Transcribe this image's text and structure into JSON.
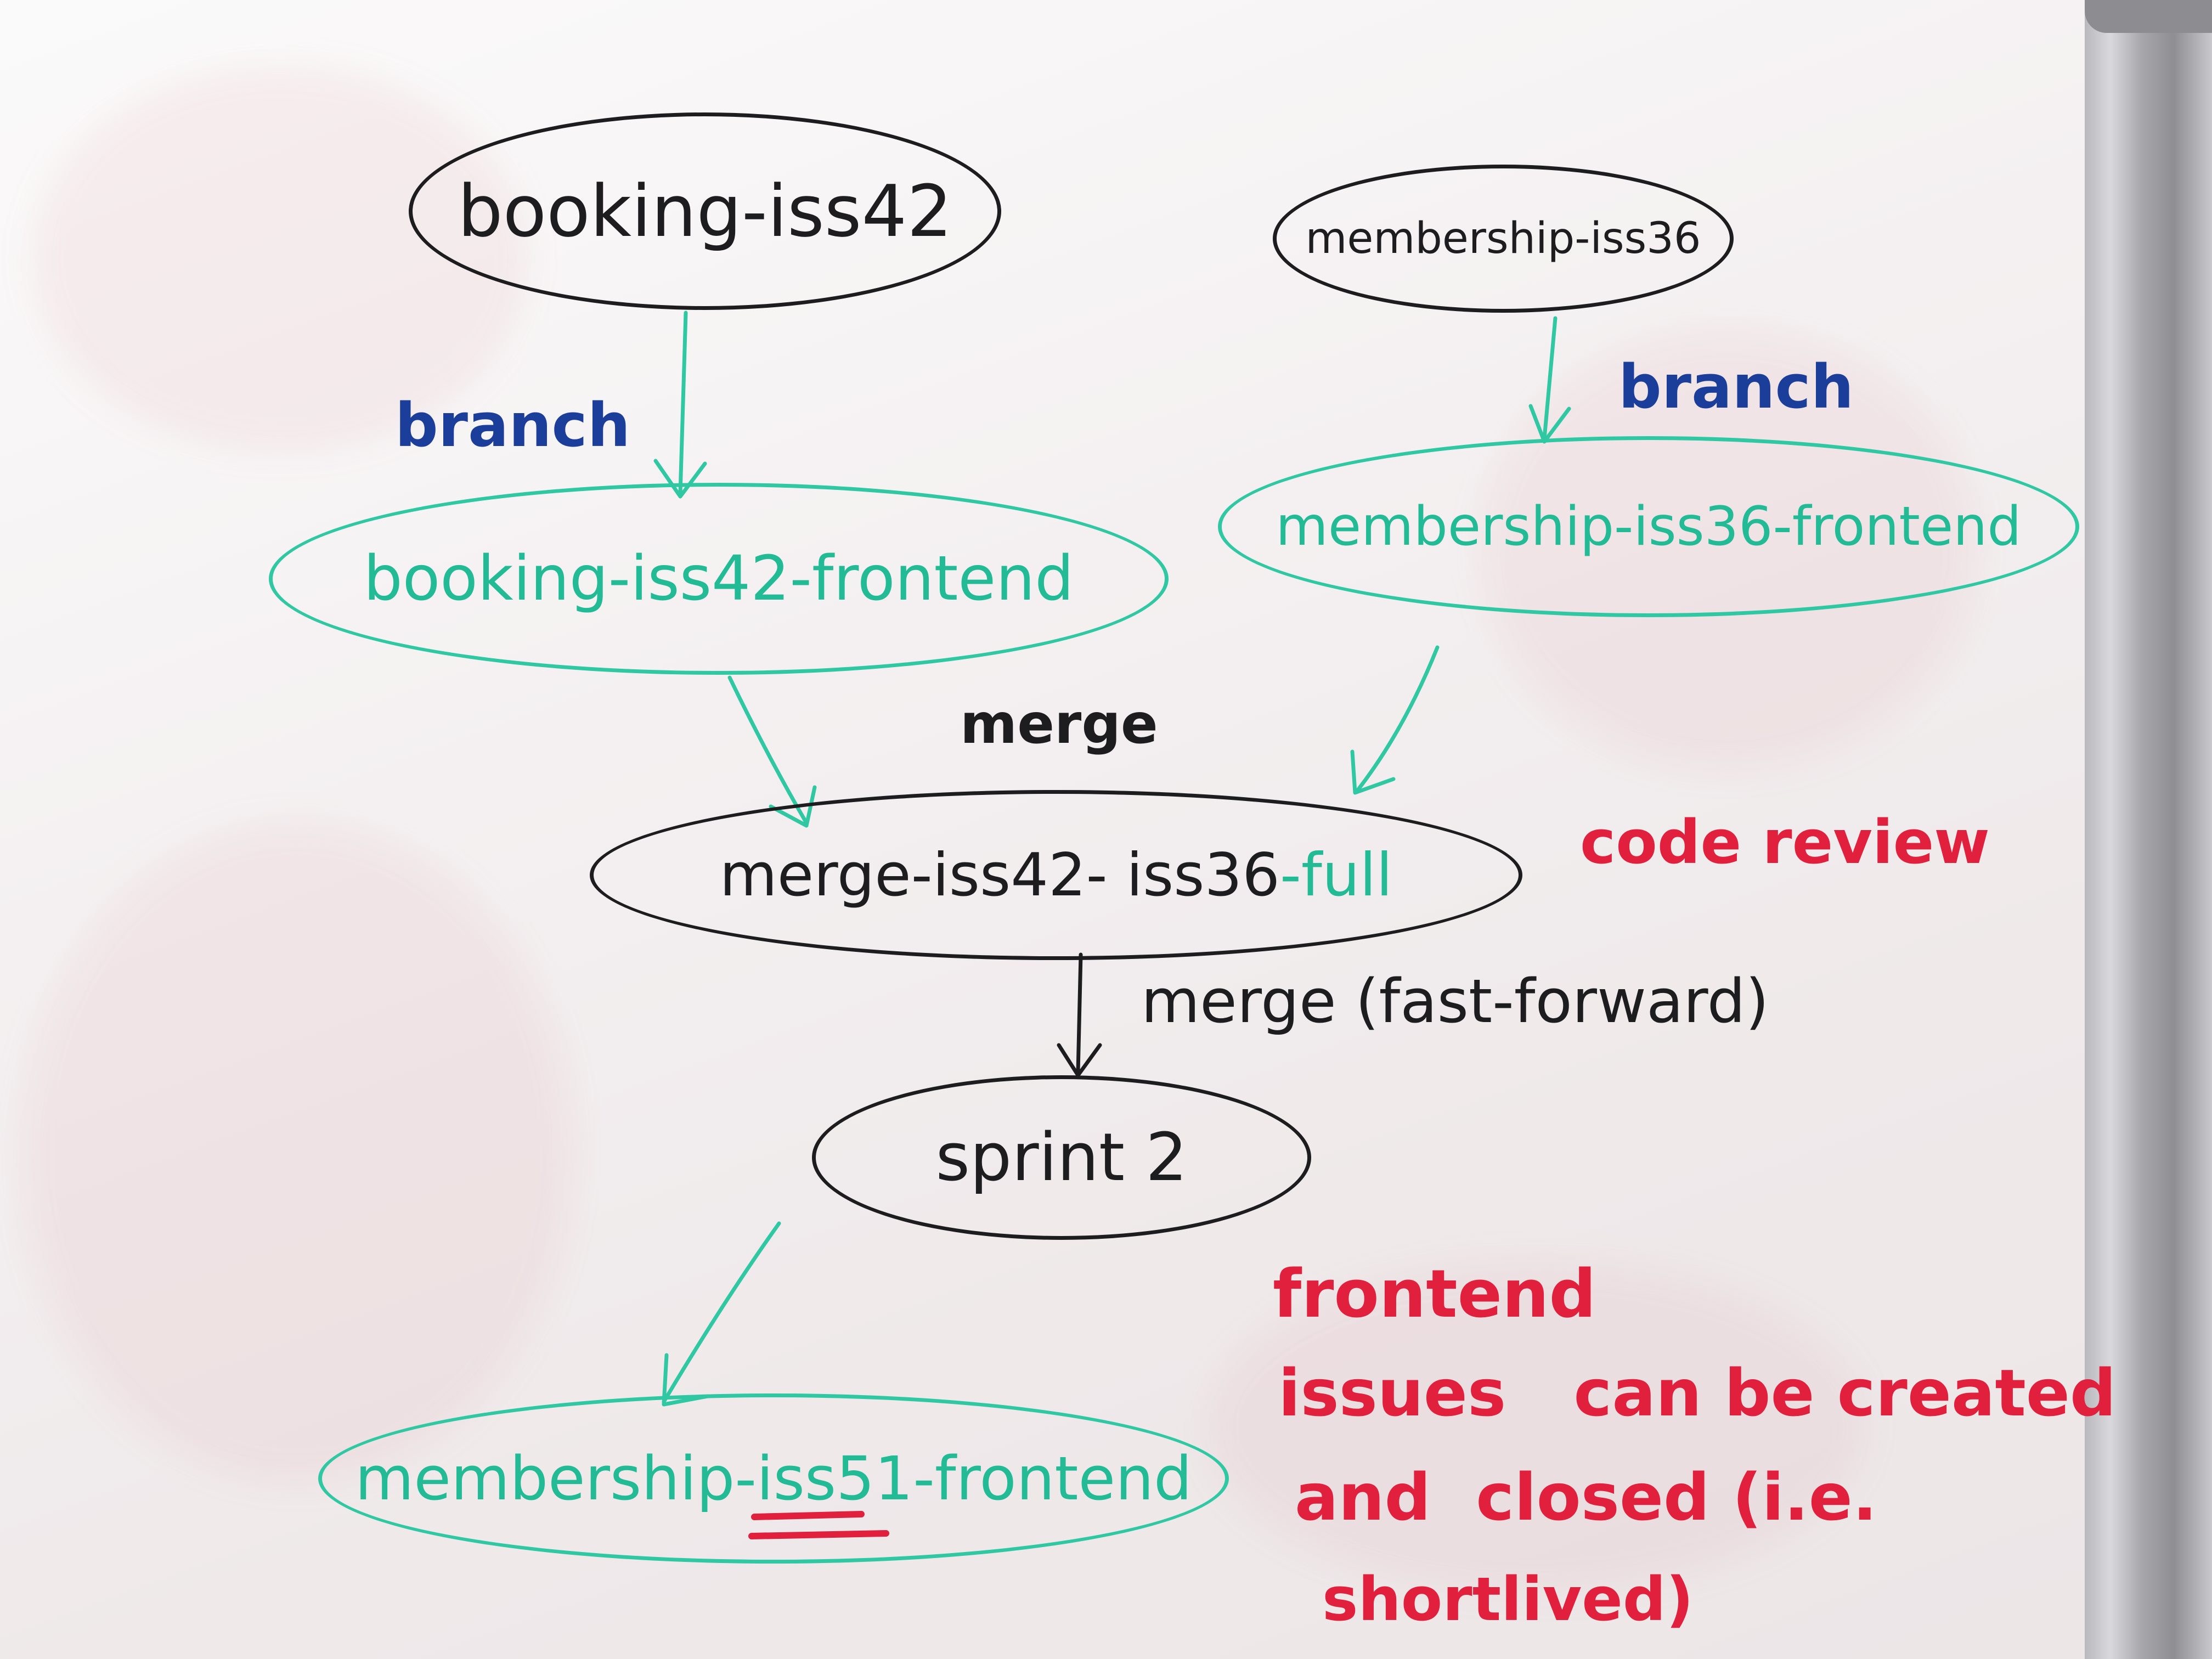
{
  "diagram": {
    "nodes": {
      "booking_issue": "booking-iss42",
      "membership_issue": "membership-iss36",
      "booking_frontend": "booking-iss42-frontend",
      "membership_frontend": "membership-iss36-frontend",
      "merge_full": {
        "prefix": "merge-iss42- iss36",
        "suffix": "-full"
      },
      "sprint": "sprint 2",
      "membership_new": {
        "prefix": "membership-",
        "issue": "iss51",
        "suffix": "-frontend"
      }
    },
    "edges": {
      "branch_left": "branch",
      "branch_right": "branch",
      "merge_top": "merge",
      "merge_ff": "merge (fast-forward)"
    },
    "notes": {
      "code_review": "code review",
      "frontend_note": [
        "frontend",
        "issues   can be created",
        "and  closed (i.e.",
        "shortlived)"
      ]
    },
    "colors": {
      "black_marker": "#1d1d20",
      "green_marker": "#2fc8a3",
      "blue_marker": "#1c3e9b",
      "red_marker": "#e0203c"
    }
  }
}
